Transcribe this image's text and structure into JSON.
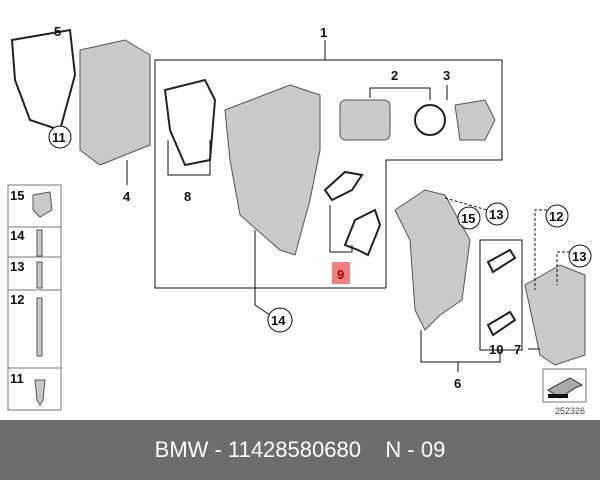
{
  "diagram": {
    "labels": {
      "l1": "1",
      "l2": "2",
      "l3": "3",
      "l4": "4",
      "l5": "5",
      "l6": "6",
      "l7": "7",
      "l8": "8",
      "l9": "9",
      "l10": "10",
      "c11": "11",
      "c13a": "13",
      "c15": "15",
      "c12": "12",
      "c13b": "13",
      "c14": "14"
    },
    "legend": [
      "15",
      "14",
      "13",
      "12",
      "11"
    ],
    "highlight_color": "#f08080",
    "figure_number": "252326"
  },
  "footer": {
    "brand": "BMW",
    "separator": " - ",
    "part_number": "11428580680",
    "position_label": "N - 09"
  }
}
